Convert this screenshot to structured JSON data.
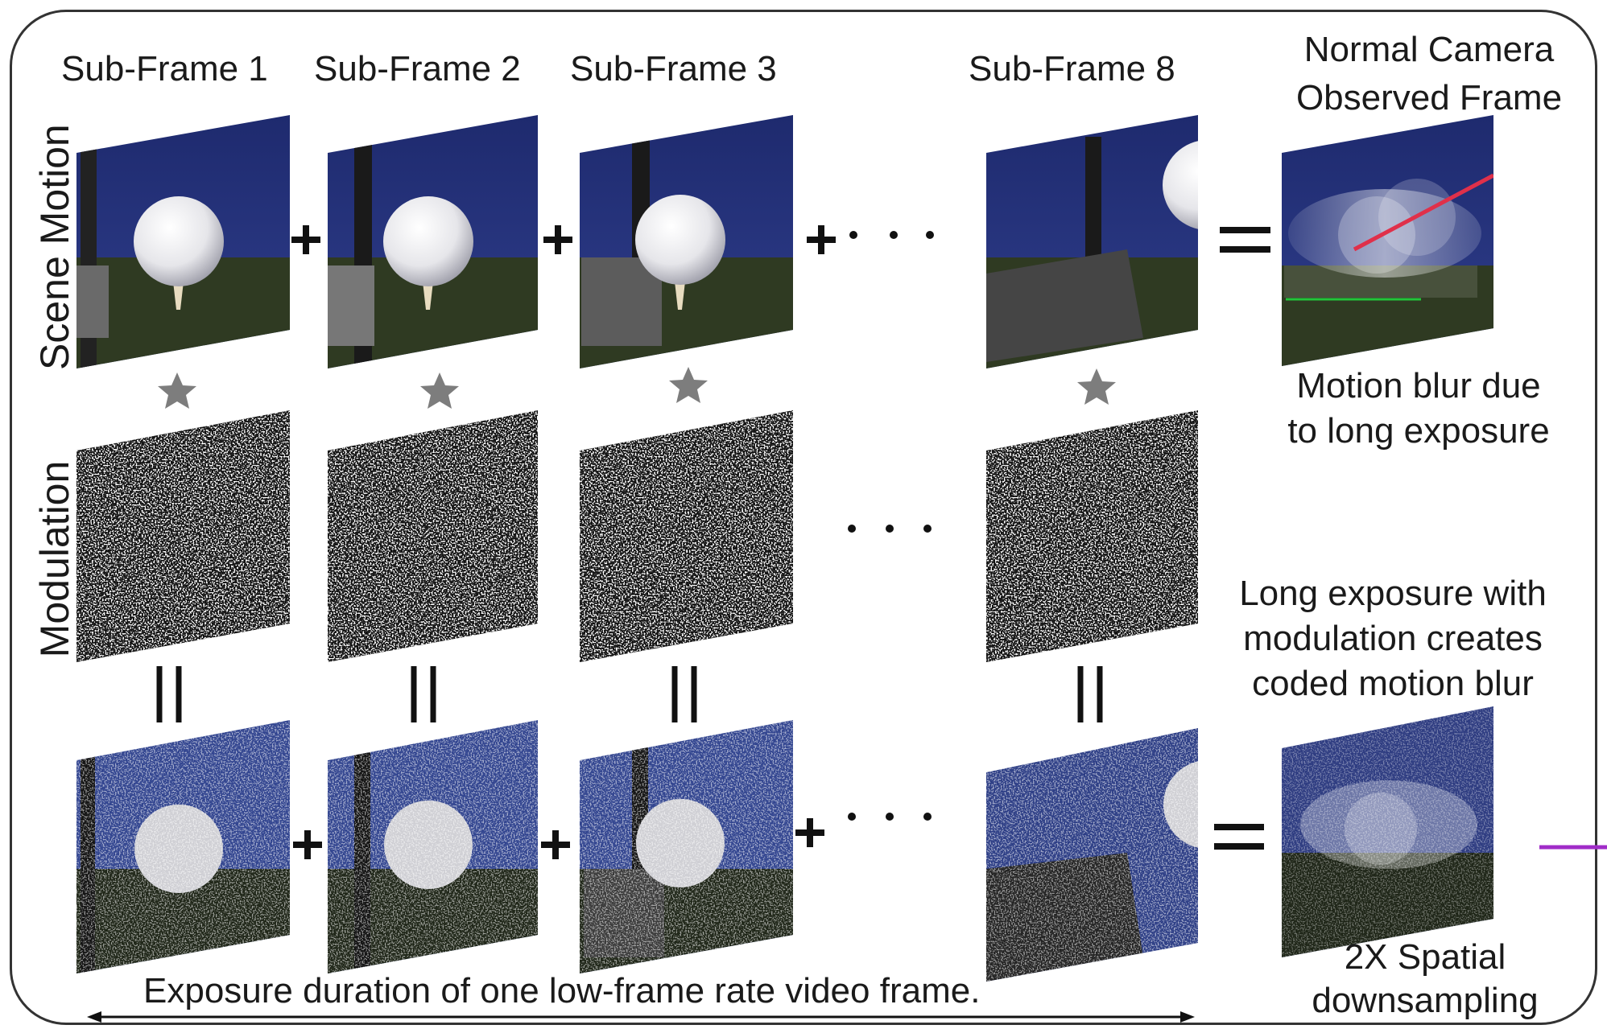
{
  "column_headers": [
    "Sub-Frame 1",
    "Sub-Frame 2",
    "Sub-Frame 3",
    "Sub-Frame 8"
  ],
  "row_labels": {
    "scene": "Scene Motion",
    "modulation": "Modulation"
  },
  "operators": {
    "plus": "+",
    "ellipsis": "· · ·",
    "star": "★",
    "equals": "="
  },
  "right_header": [
    "Normal Camera",
    "Observed Frame"
  ],
  "right_notes": {
    "blur": [
      "Motion blur due",
      "to long exposure"
    ],
    "coded": [
      "Long exposure with",
      "modulation creates",
      "coded motion blur"
    ],
    "downsample": [
      "2X Spatial",
      "downsampling"
    ]
  },
  "exposure_caption": "Exposure duration of one low-frame rate video frame.",
  "colors": {
    "sky": "#26337a",
    "grass": "#2f3a22",
    "ball": "#e8e8ea",
    "coded_sky": "#3a4fa8",
    "trajectory": "#e0304a",
    "ground_line": "#22c43a",
    "star": "#7d7d7d"
  },
  "icons": [
    "golf-ball",
    "golf-club",
    "tee",
    "star-icon",
    "noise-pattern"
  ]
}
